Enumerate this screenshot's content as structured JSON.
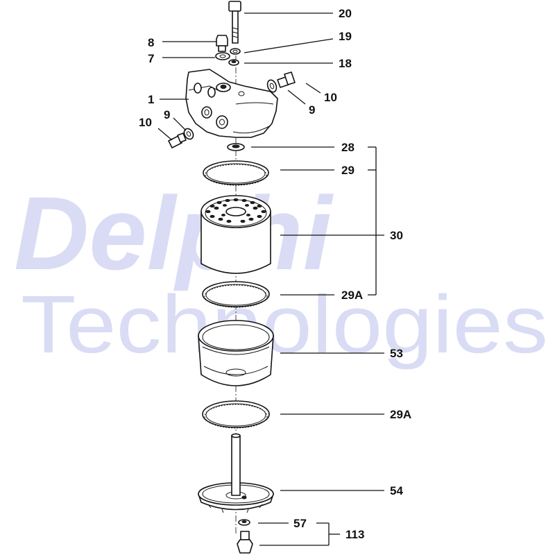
{
  "watermark": {
    "line1": "Delphi",
    "line2": "Technologies"
  },
  "callouts": {
    "p20": "20",
    "p19": "19",
    "p18": "18",
    "p8": "8",
    "p7": "7",
    "p1": "1",
    "p10_right": "10",
    "p9_right": "9",
    "p10_left": "10",
    "p9_left": "9",
    "p28": "28",
    "p29": "29",
    "p30": "30",
    "p29a_upper": "29A",
    "p53": "53",
    "p29a_lower": "29A",
    "p54": "54",
    "p57": "57",
    "p113": "113"
  },
  "colors": {
    "watermark": "#d9dcf4",
    "line": "#111111"
  }
}
